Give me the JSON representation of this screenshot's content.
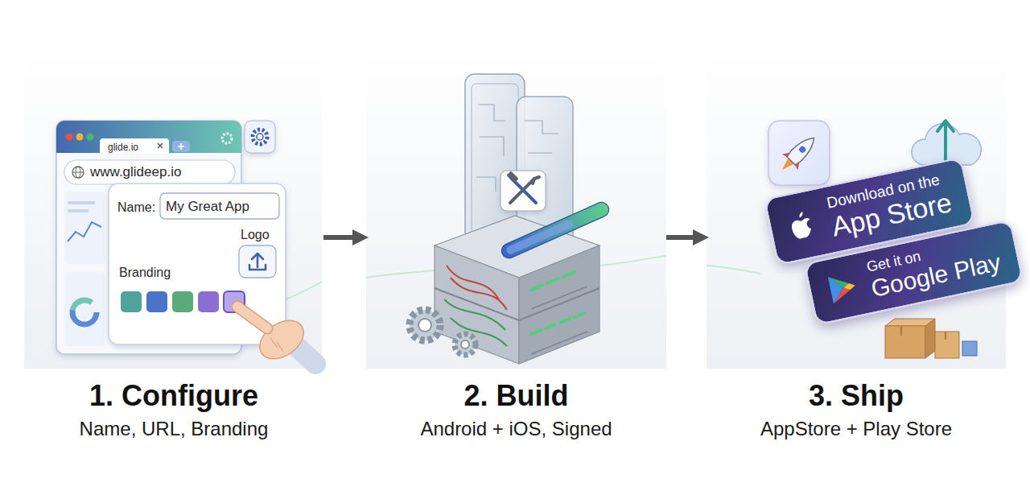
{
  "diagram": {
    "nodes": [
      {
        "text": [
          "1. Configure",
          "Name, URL, Branding"
        ]
      },
      {
        "text": [
          "2. Build",
          "Android + iOS, Signed"
        ]
      },
      {
        "text": [
          "3. Ship",
          "AppStore + Play Store"
        ]
      },
      {
        "text": [
          "Download on the",
          "App Store"
        ],
        "in": 2
      },
      {
        "text": [
          "Get it on",
          "Google Play"
        ],
        "in": 2
      }
    ],
    "edges": [
      {
        "from": 0,
        "to": 1,
        "arrow": "to"
      },
      {
        "from": 1,
        "to": 2,
        "arrow": "to"
      }
    ],
    "labels": [
      "glide.io",
      "www.glideep.io",
      "Name:",
      "My Great App",
      "Logo",
      "Branding"
    ]
  }
}
